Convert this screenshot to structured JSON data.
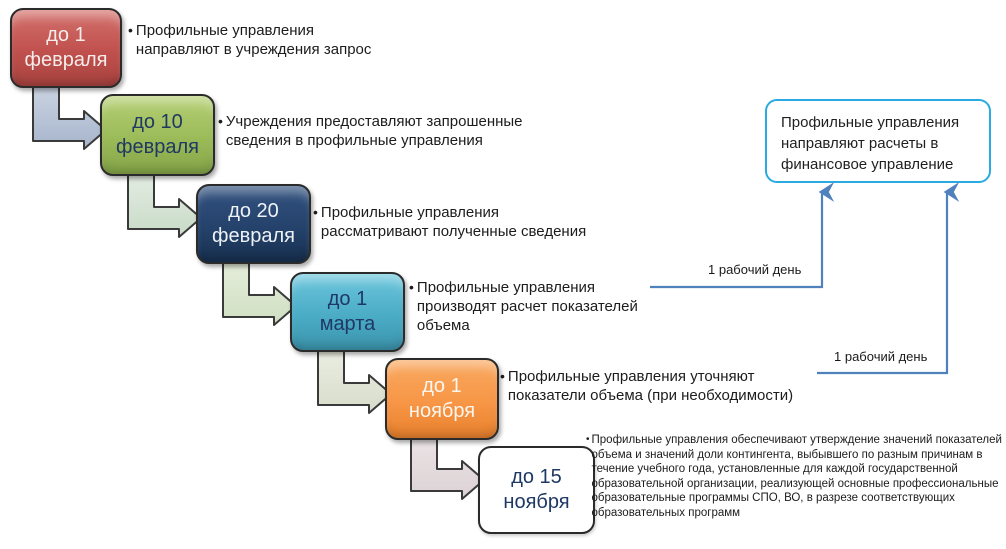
{
  "ui": {
    "bullet": "•"
  },
  "steps": [
    {
      "date": "до 1 февраля",
      "description": "Профильные управления направляют в учреждения запрос",
      "color": "#c0504d"
    },
    {
      "date": "до 10 февраля",
      "description": "Учреждения предоставляют запрошенные сведения в профильные управления",
      "color": "#9bbb59"
    },
    {
      "date": "до 20 февраля",
      "description": "Профильные управления рассматривают полученные сведения",
      "color": "#24426b"
    },
    {
      "date": "до 1 марта",
      "description": "Профильные управления производят расчет показателей объема",
      "color": "#4bacc6"
    },
    {
      "date": "до 1 ноября",
      "description": "Профильные управления уточняют показатели объема (при необходимости)",
      "color": "#f79646"
    },
    {
      "date": "до 15 ноября",
      "description": "Профильные управления обеспечивают утверждение значений показателей объема и значений доли контингента, выбывшего по разным причинам в течение учебного года, установленные для каждой государственной образовательной организации, реализующей основные профессиональные образовательные программы СПО, ВО, в разрезе соответствующих образовательных программ",
      "color": "#ffffff"
    }
  ],
  "callout": {
    "text": "Профильные управления направляют расчеты в финансовое управление",
    "border_color": "#29abe2"
  },
  "arrows": [
    {
      "label": "1 рабочий день",
      "color": "#4f81bd"
    },
    {
      "label": "1 рабочий день",
      "color": "#4f81bd"
    }
  ]
}
